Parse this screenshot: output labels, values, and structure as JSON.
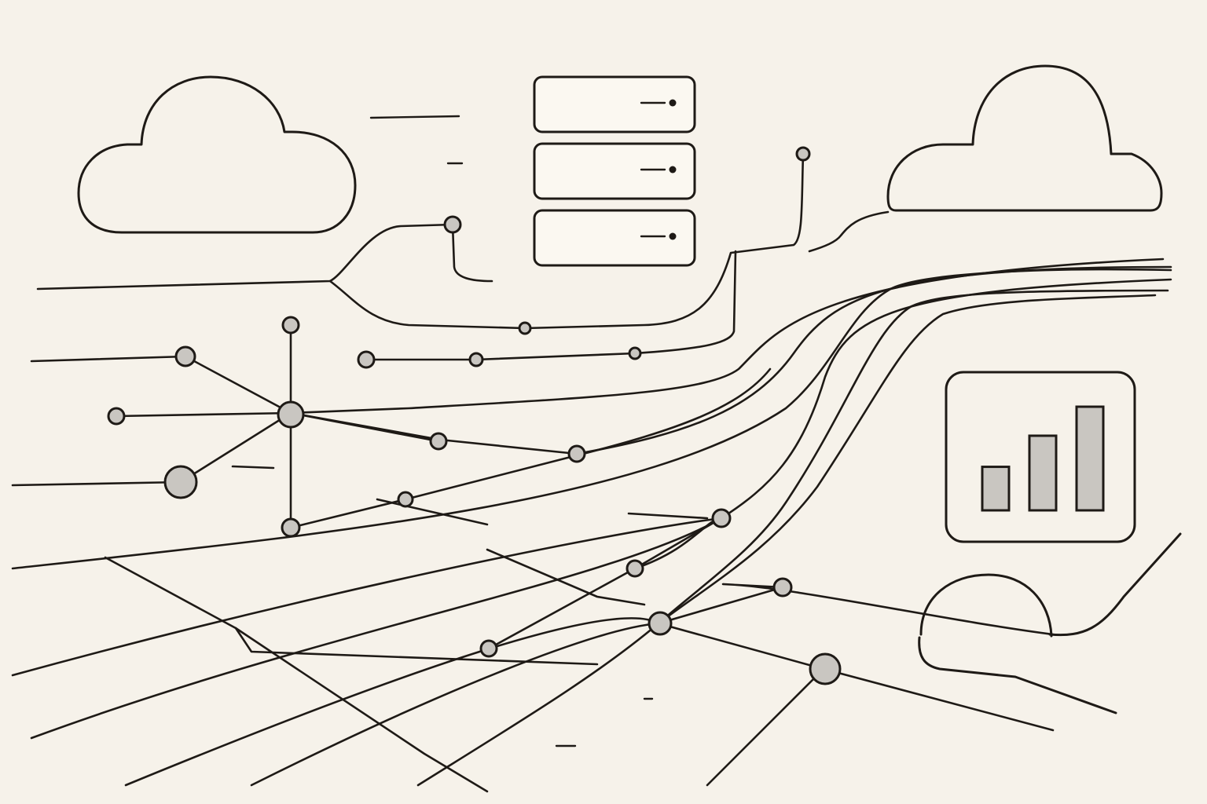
{
  "palette": {
    "background": "#f6f2ea",
    "ink": "#1e1a16",
    "node_fill": "#c9c6c1",
    "panel_fill": "#fbf8f1",
    "bar_fill": "#c9c6c1"
  },
  "icons": {
    "left_cloud": "cloud-icon",
    "right_cloud": "cloud-icon",
    "server_stack": "server-stack-icon",
    "analytics_panel": "bar-chart-icon",
    "dome": "dome-icon"
  },
  "analytics_panel": {
    "bar_levels": [
      0.42,
      0.72,
      1.0
    ]
  },
  "server_stack": {
    "units": 3
  }
}
